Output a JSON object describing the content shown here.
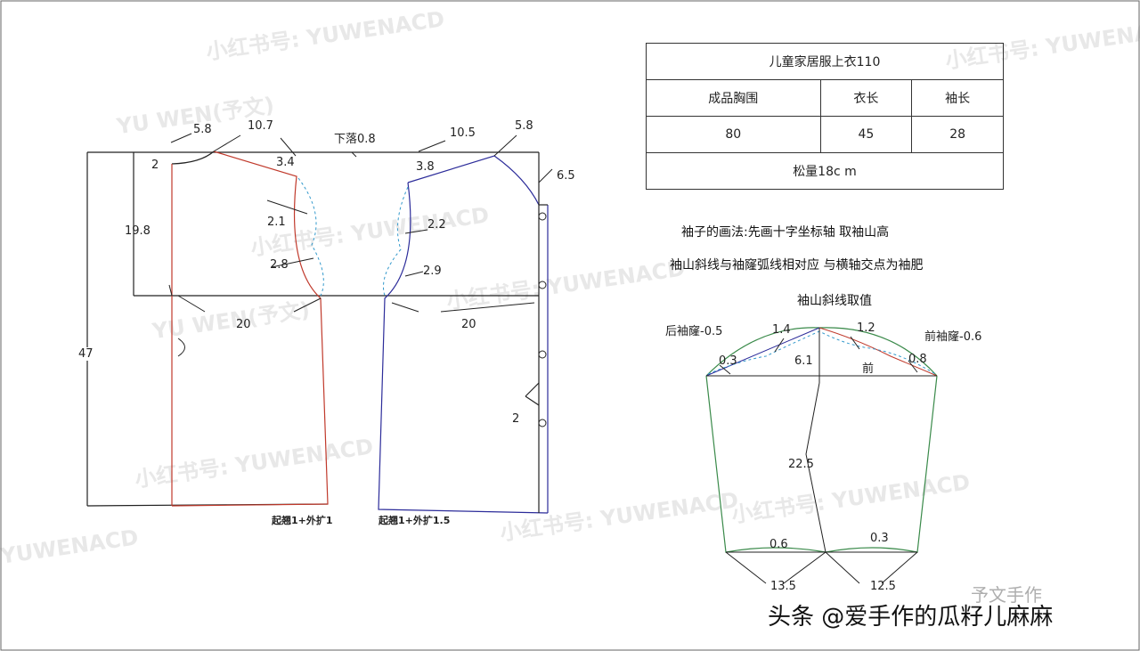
{
  "table": {
    "title": "儿童家居服上衣110",
    "headers": [
      "成品胸围",
      "衣长",
      "袖长"
    ],
    "values": [
      "80",
      "45",
      "28"
    ],
    "footer": "松量18c m"
  },
  "notes": {
    "line1": "袖子的画法:先画十字坐标轴   取袖山高",
    "line2": "袖山斜线与袖窿弧线相对应    与横轴交点为袖肥",
    "line3": "袖山斜线取值"
  },
  "back": {
    "labels": [
      "5.8",
      "10.7",
      "2",
      "3.4",
      "19.8",
      "2.1",
      "2.8",
      "20",
      "47"
    ],
    "hem_note": "起翘1+外扩1"
  },
  "drop": "下落0.8",
  "front": {
    "labels": [
      "10.5",
      "5.8",
      "3.8",
      "6.5",
      "2.2",
      "2.9",
      "20",
      "2"
    ],
    "hem_note": "起翘1+外扩1.5"
  },
  "sleeve": {
    "back_cap": "后袖窿-0.5",
    "front_cap": "前袖窿-0.6",
    "front_label": "前",
    "labels": [
      "1.4",
      "1.2",
      "0.3",
      "6.1",
      "0.8",
      "22.5",
      "0.6",
      "0.3",
      "13.5",
      "12.5"
    ]
  },
  "colors": {
    "back": "#c0392b",
    "front": "#2c2c9a",
    "sleeve": "#3a8a4a",
    "guide": "#3399cc"
  },
  "watermark": [
    "小红书号: YUWENACD",
    "YU WEN(予文)"
  ],
  "credit": "头条 @爱手作的瓜籽儿麻麻",
  "wechat": "予文手作"
}
